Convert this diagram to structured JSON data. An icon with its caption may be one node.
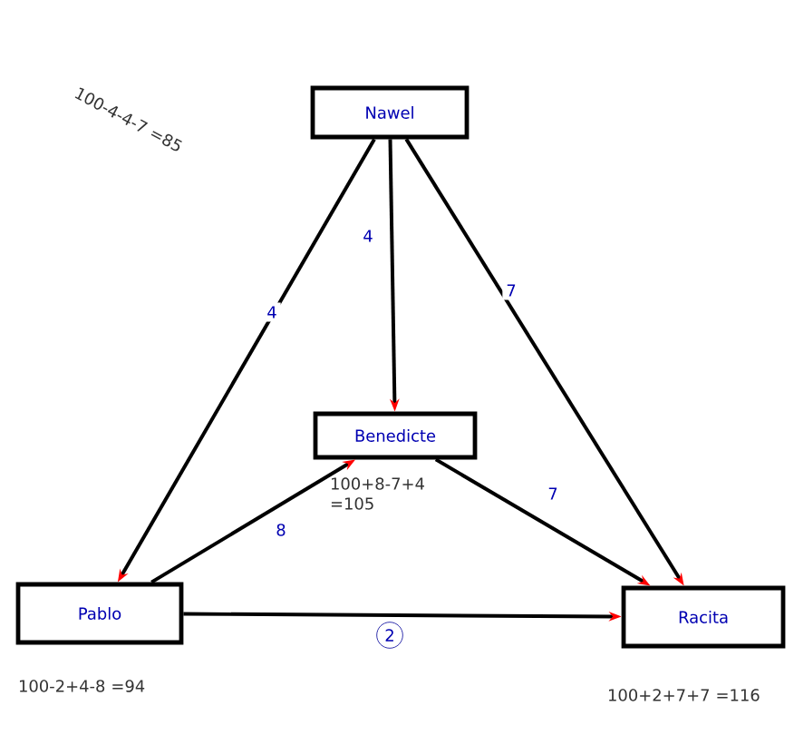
{
  "diagram": {
    "nodes": [
      {
        "text": [
          "Nawel"
        ]
      },
      {
        "text": [
          "Benedicte"
        ],
        "beside": [
          "100+8-7+4 =105"
        ]
      },
      {
        "text": [
          "Pablo"
        ],
        "beside": [
          "100-2+4-8 =94"
        ]
      },
      {
        "text": [
          "Racita"
        ],
        "beside": [
          "100+2+7+7 =116"
        ]
      }
    ],
    "edges": [
      {
        "from": 0,
        "to": 2,
        "arrow": "to",
        "label": "4"
      },
      {
        "from": 0,
        "to": 1,
        "arrow": "to",
        "label": "4"
      },
      {
        "from": 0,
        "to": 3,
        "arrow": "to",
        "label": "7"
      },
      {
        "from": 2,
        "to": 1,
        "arrow": "to",
        "label": "8"
      },
      {
        "from": 1,
        "to": 3,
        "arrow": "to",
        "label": "7"
      },
      {
        "from": 2,
        "to": 3,
        "arrow": "to",
        "label": "2"
      }
    ],
    "labels": [
      "100-4-4-7 =85"
    ]
  }
}
